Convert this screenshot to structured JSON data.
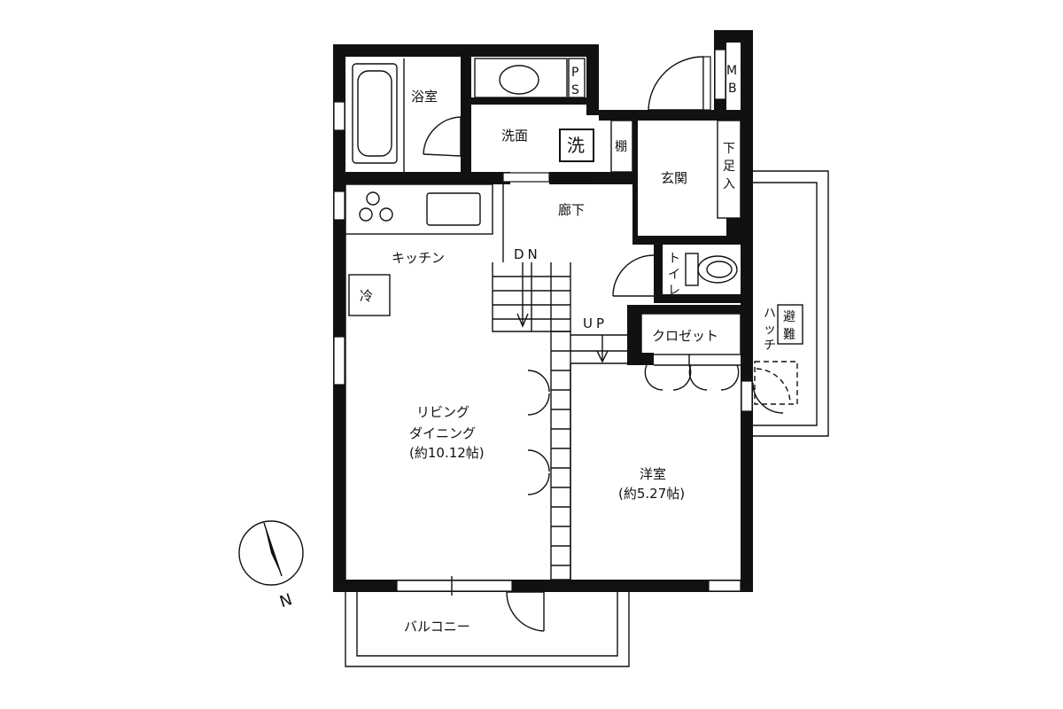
{
  "rooms": {
    "bath": "浴室",
    "washroom": "洗面",
    "washer": "洗",
    "ps_p": "P",
    "ps_s": "S",
    "mb_m": "M",
    "mb_b": "B",
    "shelf": "棚",
    "entrance": "玄関",
    "shoe_1": "下",
    "shoe_2": "足",
    "shoe_3": "入",
    "corridor": "廊下",
    "kitchen": "キッチン",
    "fridge": "冷",
    "down": "DN",
    "up": "UP",
    "toilet_1": "ト",
    "toilet_2": "イ",
    "toilet_3": "レ",
    "closet": "クロゼット",
    "hatch_1": "ハ",
    "hatch_2": "ッ",
    "hatch_3": "チ",
    "evac_1": "避",
    "evac_2": "難",
    "living_1": "リビング",
    "living_2": "ダイニング",
    "living_size": "(約10.12帖)",
    "western": "洋室",
    "western_size": "(約5.27帖)",
    "balcony": "バルコニー"
  },
  "compass": {
    "north": "N"
  }
}
